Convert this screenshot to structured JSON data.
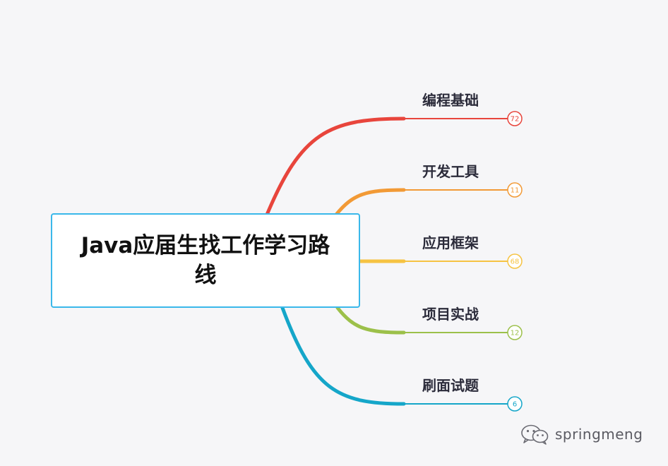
{
  "root": {
    "title": "Java应届生找工作学习路线"
  },
  "branches": [
    {
      "label": "编程基础",
      "count": "72",
      "color": "#e8453c"
    },
    {
      "label": "开发工具",
      "count": "11",
      "color": "#f29a36"
    },
    {
      "label": "应用框架",
      "count": "68",
      "color": "#f6c342"
    },
    {
      "label": "项目实战",
      "count": "12",
      "color": "#9cc04a"
    },
    {
      "label": "刷面试题",
      "count": "6",
      "color": "#15a6c9"
    }
  ],
  "watermark": {
    "text": "springmeng",
    "icon": "wechat-icon"
  }
}
